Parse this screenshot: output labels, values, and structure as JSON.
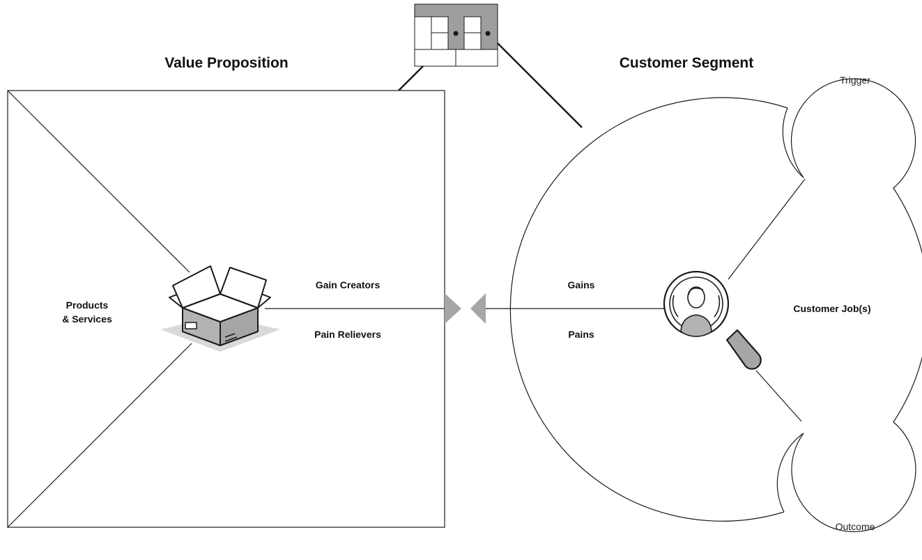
{
  "value_proposition": {
    "title": "Value Proposition",
    "products_services_line1": "Products",
    "products_services_line2": "& Services",
    "gain_creators": "Gain Creators",
    "pain_relievers": "Pain Relievers"
  },
  "customer_segment": {
    "title": "Customer Segment",
    "gains": "Gains",
    "pains": "Pains",
    "customer_jobs": "Customer Job(s)",
    "trigger": "Trigger",
    "outcome": "Outcome"
  },
  "colors": {
    "line": "#1a1a1a",
    "accent_grey": "#a6a6a6",
    "shadow_grey": "#d9d9d9",
    "canvas_grey": "#9e9e9e"
  },
  "icons": [
    "canvas-thumbnail-icon",
    "product-box-icon",
    "customer-magnifier-icon",
    "fit-arrow-icon"
  ]
}
